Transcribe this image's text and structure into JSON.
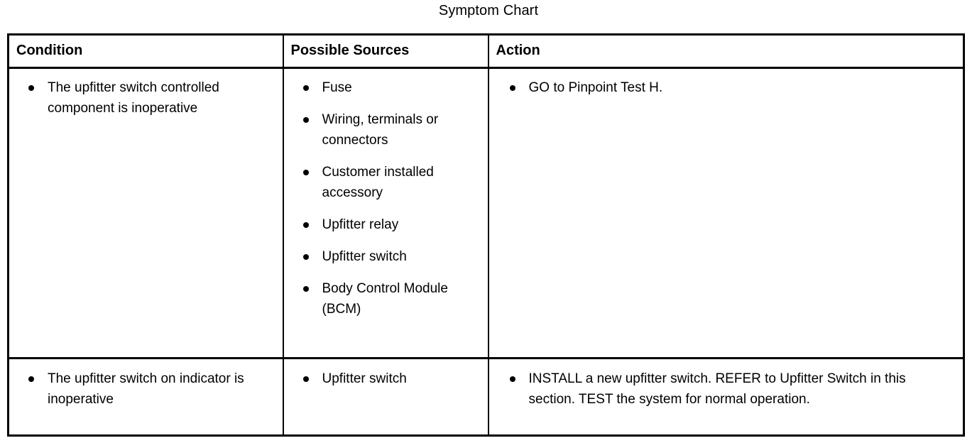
{
  "title": "Symptom Chart",
  "table": {
    "headers": [
      {
        "label": "Condition",
        "name": "column-header-condition"
      },
      {
        "label": "Possible Sources",
        "name": "column-header-possible-sources"
      },
      {
        "label": "Action",
        "name": "column-header-action"
      }
    ],
    "rows": [
      {
        "condition": [
          "The upfitter switch controlled component is inoperative"
        ],
        "possible_sources": [
          "Fuse",
          "Wiring, terminals or connectors",
          "Customer installed accessory",
          "Upfitter relay",
          "Upfitter switch",
          "Body Control Module (BCM)"
        ],
        "action": [
          "GO to Pinpoint Test H."
        ]
      },
      {
        "condition": [
          "The upfitter switch on indicator is inoperative"
        ],
        "possible_sources": [
          "Upfitter switch"
        ],
        "action": [
          "INSTALL a new upfitter switch. REFER to Upfitter Switch in this section. TEST the system for normal operation."
        ]
      }
    ]
  },
  "colors": {
    "text": "#000000",
    "background": "#ffffff",
    "border": "#000000"
  }
}
